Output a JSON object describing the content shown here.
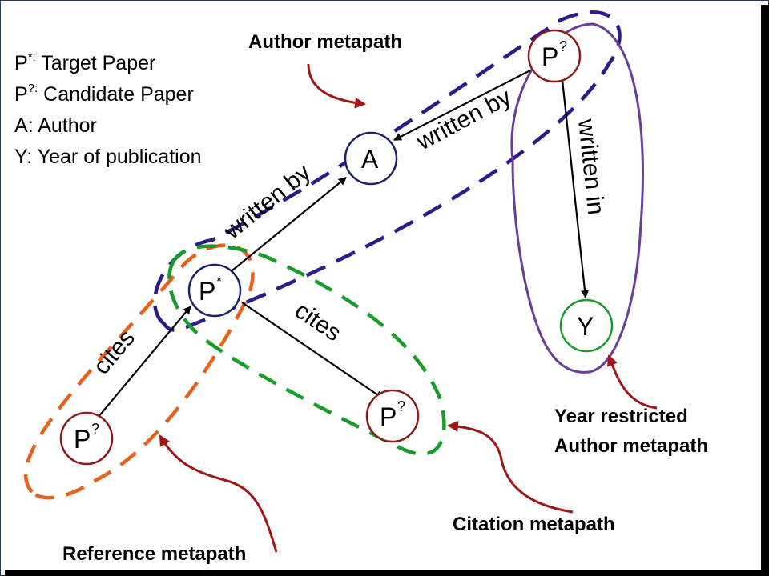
{
  "legend": {
    "items": [
      {
        "symbol": "P",
        "sup": "*:",
        "text": " Target Paper"
      },
      {
        "symbol": "P",
        "sup": "?:",
        "text": " Candidate Paper"
      },
      {
        "symbol": "A",
        "sup": "",
        "text": ": Author"
      },
      {
        "symbol": "Y",
        "sup": "",
        "text": ": Year of publication"
      }
    ]
  },
  "nodes": {
    "target": {
      "label": "P",
      "sup": "*",
      "color": "#1f1f6b"
    },
    "author": {
      "label": "A",
      "sup": "",
      "color": "#1f1f6b"
    },
    "candidate_top": {
      "label": "P",
      "sup": "?",
      "color": "#8b1a1a"
    },
    "candidate_ref": {
      "label": "P",
      "sup": "?",
      "color": "#8b1a1a"
    },
    "candidate_cit": {
      "label": "P",
      "sup": "?",
      "color": "#8b1a1a"
    },
    "year": {
      "label": "Y",
      "sup": "",
      "color": "#1a9c2a"
    }
  },
  "edges": {
    "ref_cites": "cites",
    "target_cites": "cites",
    "target_written_by": "written by",
    "candidate_written_by": "written by",
    "candidate_written_in": "written in"
  },
  "metapaths": {
    "author": {
      "label": "Author metapath",
      "color": "#2e1a8a"
    },
    "reference": {
      "label": "Reference metapath",
      "color": "#e8601c"
    },
    "citation": {
      "label": "Citation metapath",
      "color": "#1a9c2a"
    },
    "year_restricted": {
      "label_line1": "Year restricted",
      "label_line2": "Author metapath",
      "color": "#6a3d9a"
    }
  },
  "colors": {
    "arrow_callout": "#a31515",
    "edge": "#000000"
  }
}
